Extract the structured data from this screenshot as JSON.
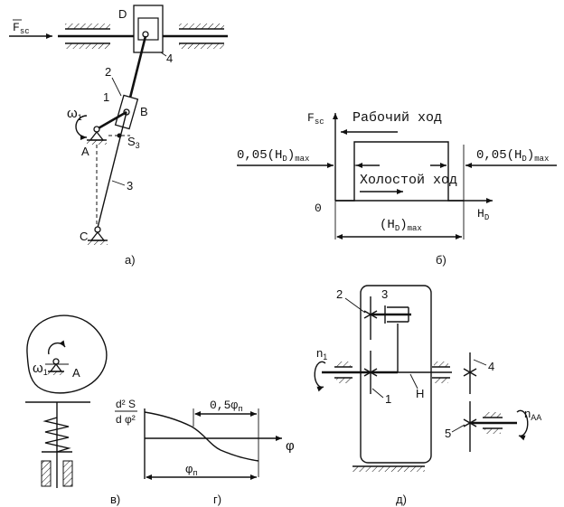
{
  "panel_a": {
    "force": "F",
    "force_sub": "sc",
    "point_D": "D",
    "point_B": "B",
    "point_A": "A",
    "point_C": "C",
    "s3": "S",
    "s3_sub": "3",
    "omega": "ω",
    "omega_sub": "1",
    "link1": "1",
    "link2": "2",
    "link3": "3",
    "link4": "4",
    "caption": "а)"
  },
  "panel_b": {
    "fsc": "F",
    "fsc_sub": "sc",
    "work_stroke": "Рабочий ход",
    "idle_stroke": "Холостой ход",
    "left_offset": "0,05(H",
    "left_offset_sub": "D",
    "left_offset_tail": ")",
    "left_offset_max": "max",
    "right_offset": "0,05(H",
    "right_offset_sub": "D",
    "right_offset_tail": ")",
    "right_offset_max": "max",
    "zero": "0",
    "hd_axis": "H",
    "hd_axis_sub": "D",
    "hd_range": "(H",
    "hd_range_sub": "D",
    "hd_range_tail": ")",
    "hd_range_max": "max",
    "caption": "б)"
  },
  "panel_v": {
    "omega": "ω",
    "omega_sub": "1",
    "point_A": "A",
    "caption": "в)"
  },
  "panel_g": {
    "ylabel_num": "d² S",
    "ylabel_den": "d φ²",
    "half_phi": "0,5φ",
    "half_phi_sub": "п",
    "phi_axis": "φ",
    "phi_p": "φ",
    "phi_p_sub": "п",
    "caption": "г)"
  },
  "panel_d": {
    "gear1": "1",
    "gear2": "2",
    "gear3": "3",
    "gear4": "4",
    "gear5": "5",
    "carrier": "H",
    "n1": "n",
    "n1_sub": "1",
    "n_out": "n",
    "n_out_sub": "АА",
    "caption": "д)"
  }
}
